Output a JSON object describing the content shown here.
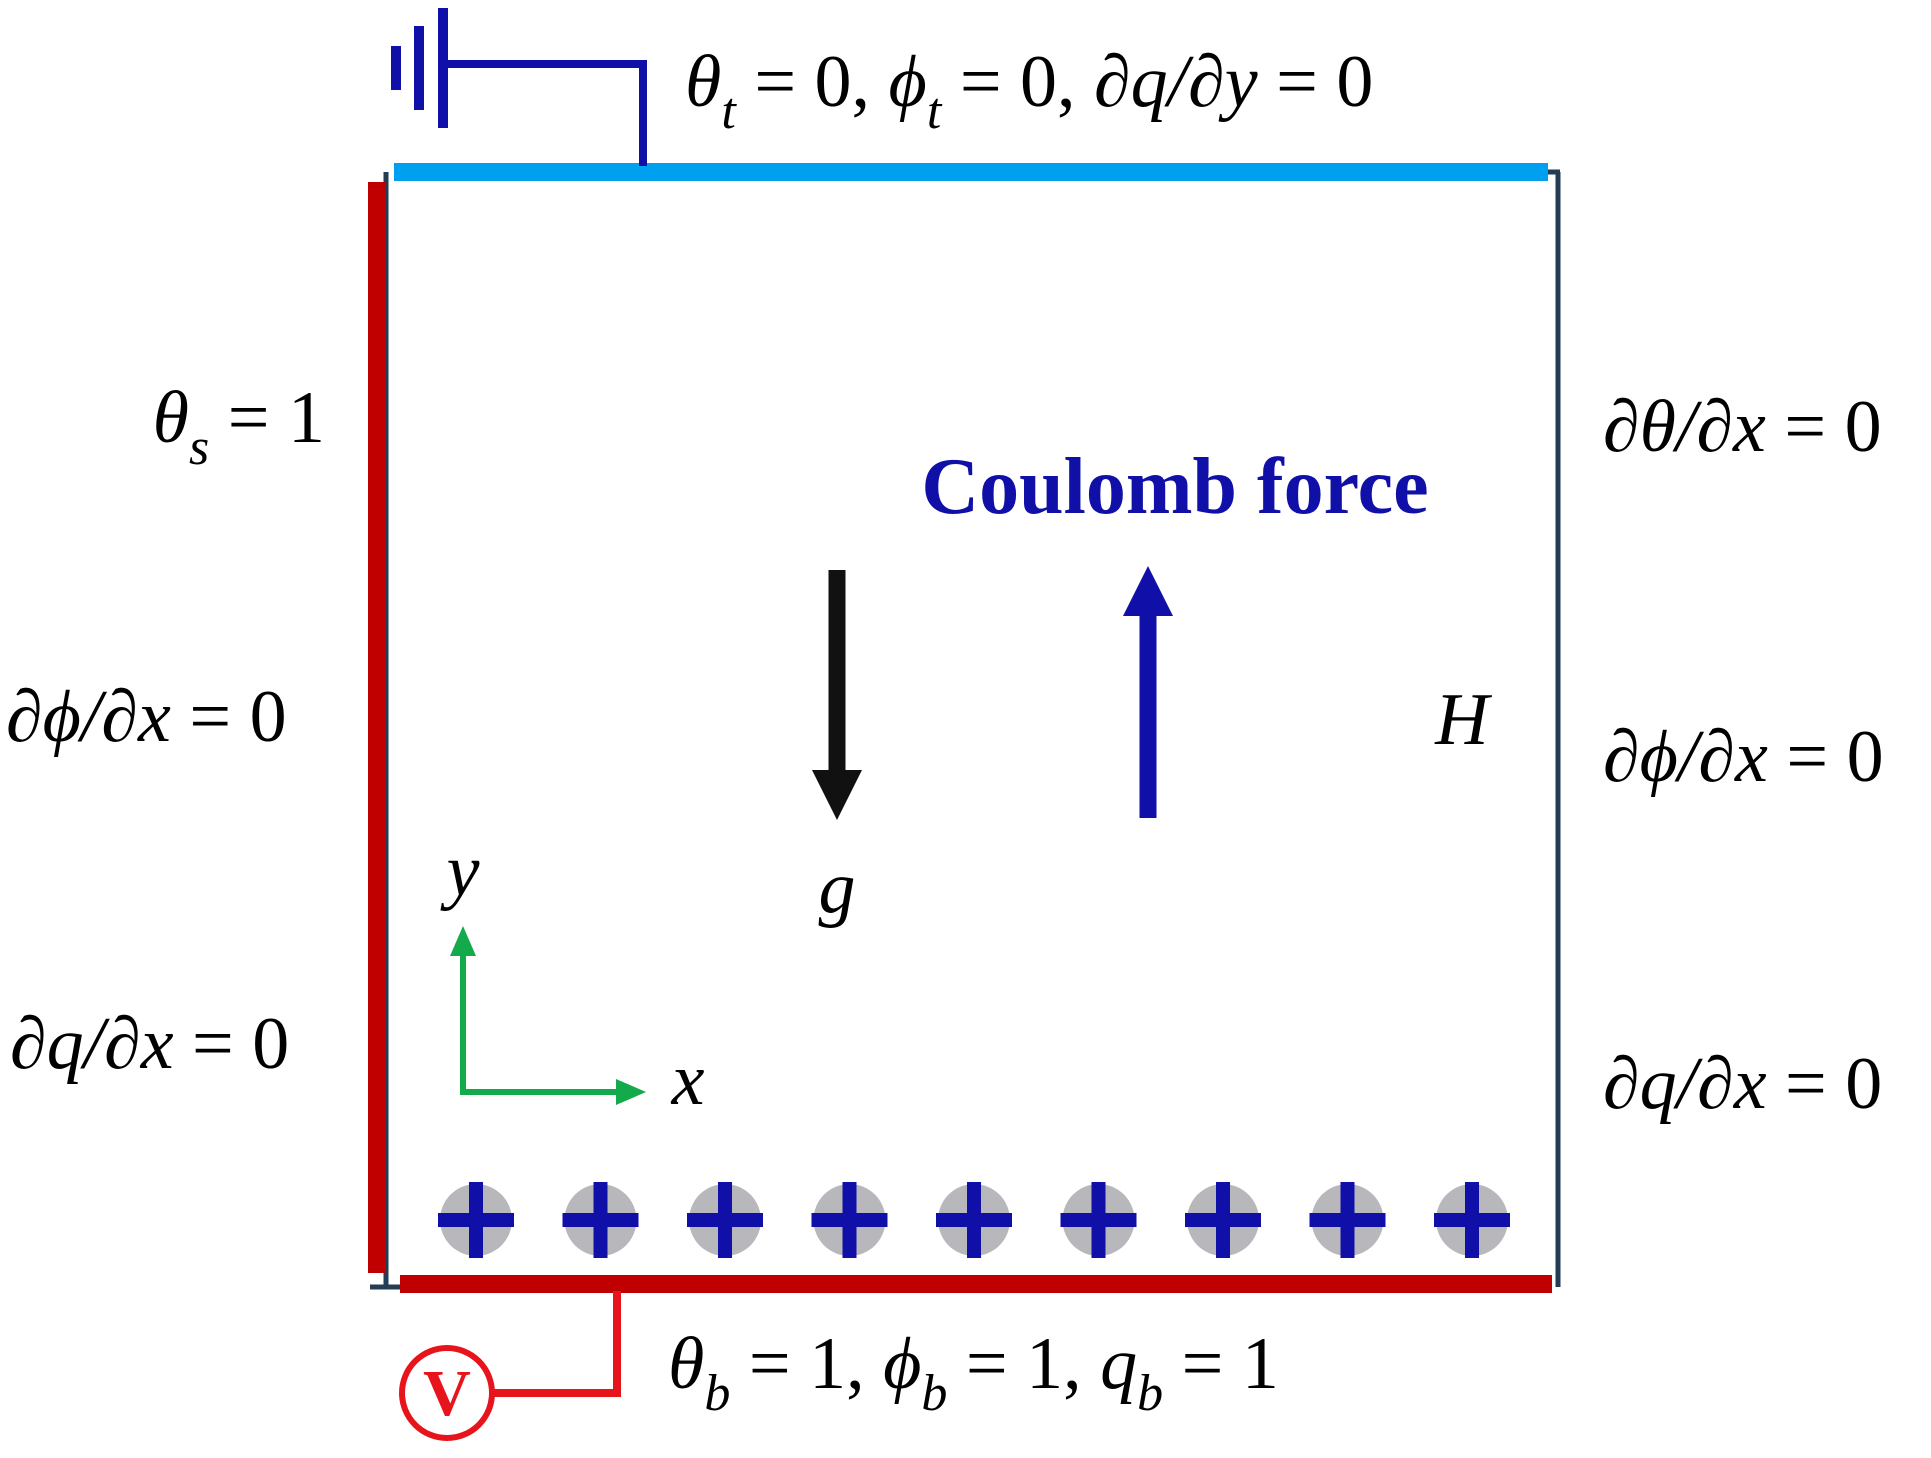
{
  "colors": {
    "top_wall": "#00a0f0",
    "hot_wall": "#c00000",
    "right_wall": "#233d55",
    "ground_wire": "#1010a8",
    "axes": "#12aa4a",
    "coulomb": "#1010a8",
    "gravity": "#111111",
    "charge_fill": "#b8b8bc",
    "charge_sign": "#1010a8",
    "voltage": "#e8141c"
  },
  "icons": {
    "ground": "ground-symbol-icon",
    "voltage_source": "voltage-source-icon",
    "charge": "positive-charge-icon"
  },
  "labels": {
    "top_bc": {
      "seg1": "θ",
      "seg1_sub": "t",
      "seg2": " = 0, ",
      "seg3": "ϕ",
      "seg3_sub": "t",
      "seg4": " = 0, ",
      "seg5": "∂q/∂y",
      "seg6": " = 0"
    },
    "bottom_bc": {
      "seg1": "θ",
      "seg1_sub": "b",
      "seg2": " = 1, ",
      "seg3": "ϕ",
      "seg3_sub": "b",
      "seg4": " = 1, ",
      "seg5": "q",
      "seg5_sub": "b",
      "seg6": " = 1"
    },
    "left_bc": {
      "theta_s": "θ",
      "theta_s_sub": "s",
      "theta_s_val": " = 1",
      "dphi": "∂ϕ/∂x",
      "dphi_val": " = 0",
      "dq": "∂q/∂x",
      "dq_val": " = 0"
    },
    "right_bc": {
      "dtheta": "∂θ/∂x",
      "dtheta_val": " = 0",
      "dphi": "∂ϕ/∂x",
      "dphi_val": " = 0",
      "dq": "∂q/∂x",
      "dq_val": " = 0"
    },
    "coulomb_force": "Coulomb force",
    "gravity": "g",
    "height": "H",
    "axis_x": "x",
    "axis_y": "y",
    "voltage": "V",
    "charge_sign": "+"
  },
  "charges": {
    "count": 9
  }
}
